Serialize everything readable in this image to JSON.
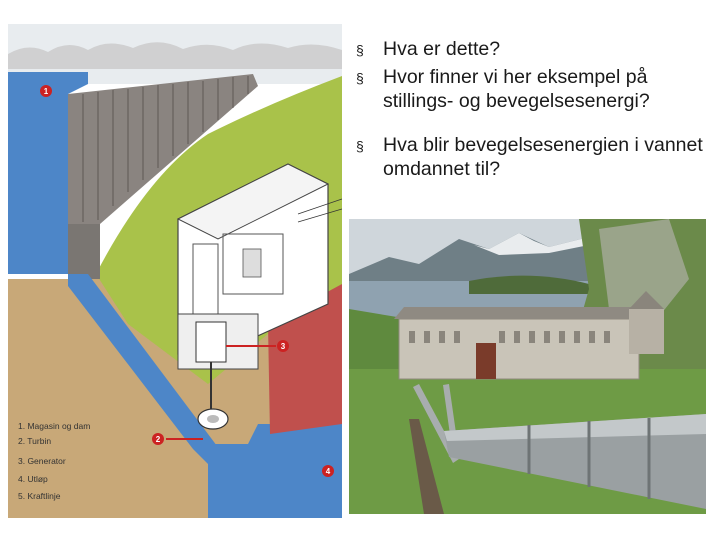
{
  "bullets": [
    {
      "text": "Hva er dette?"
    },
    {
      "text": "Hvor finner vi her eksempel på stillings- og bevegelsesenergi?"
    },
    {
      "text": "Hva blir bevegelsesenergien i vannet omdannet til?"
    }
  ],
  "bullet_marker": "§",
  "diagram": {
    "callouts": [
      "1",
      "2",
      "3",
      "4"
    ],
    "legend": [
      "1. Magasin og dam",
      "2. Turbin",
      "3. Generator",
      "4. Utløp",
      "5. Kraftlinje"
    ],
    "colors": {
      "water": "#4d86c8",
      "dam": "#8a8480",
      "ground": "#a9c24a",
      "callout": "#cc2222",
      "earth": "#c8a878"
    }
  },
  "photo": {
    "colors": {
      "pipe": "#9aa0a2",
      "building": "#c9c4b8",
      "fjord": "#8fa2b0",
      "mountain": "#6f7f86"
    }
  }
}
